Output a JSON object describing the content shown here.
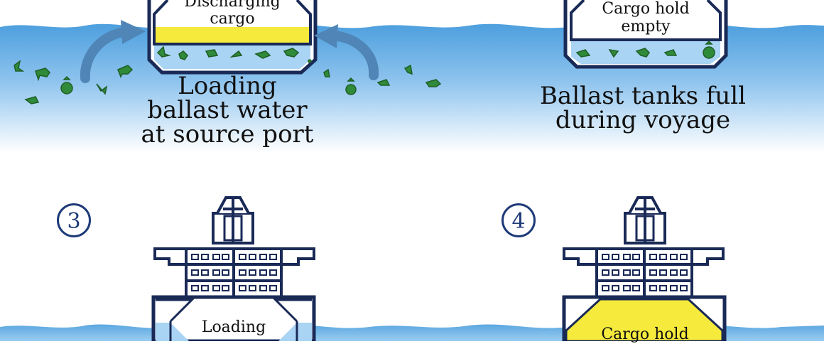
{
  "panel1": {
    "hold_label_line1": "Discharging",
    "hold_label_line2": "cargo",
    "caption_line1": "Loading",
    "caption_line2": "ballast water",
    "caption_line3": "at source port"
  },
  "panel2": {
    "hold_label_line1": "Cargo hold",
    "hold_label_line2": "empty",
    "caption_line1": "Ballast tanks full",
    "caption_line2": "during voyage"
  },
  "panel3": {
    "step_number": "3",
    "hold_label_line1": "Loading"
  },
  "panel4": {
    "step_number": "4",
    "hold_label_line1": "Cargo hold"
  },
  "colors": {
    "water": "#5aa7e0",
    "ship_outline": "#1a2a57",
    "cargo_yellow": "#f6ea3c",
    "ballast_blue": "#a9d4f3",
    "organism_green": "#2f8a3a",
    "arrow_blue": "#4f86b7"
  }
}
